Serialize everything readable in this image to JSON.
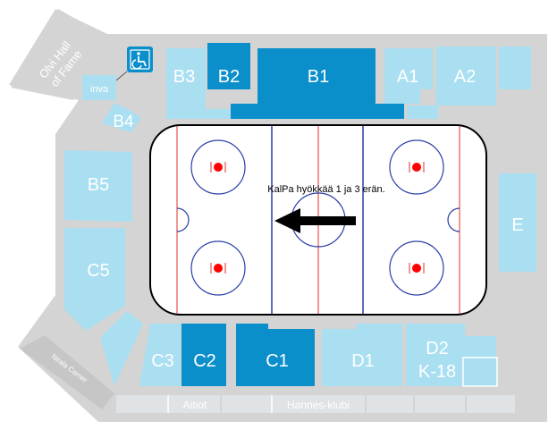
{
  "colors": {
    "concourse": "#d4d4d4",
    "section_light": "#a9dff1",
    "section_dark": "#0b8fcb",
    "section_text": "#ffffff",
    "rink_fill": "#ffffff",
    "rink_border": "#000000",
    "goal_line": "#e0302a",
    "center_red": "#e0302a",
    "blue_line": "#2a3ea8",
    "faceoff_dot": "#ff0000",
    "arrow": "#000000"
  },
  "sections": {
    "b1": "B1",
    "b2": "B2",
    "b3": "B3",
    "b4": "B4",
    "b5": "B5",
    "a1": "A1",
    "a2": "A2",
    "c1": "C1",
    "c2": "C2",
    "c3": "C3",
    "c5": "C5",
    "d1": "D1",
    "d2": "D2",
    "k18": "K-18",
    "e": "E",
    "inva": "inva"
  },
  "labels": {
    "hall_of_fame_1": "Olvi Hall",
    "hall_of_fame_2": "of Fame",
    "nirala_corner": "Nirala Corner",
    "aitiot": "Aitiot",
    "hannes_klubi": "Hannes-klubi"
  },
  "rink": {
    "attack_note": "KalPa hyökkää 1 ja 3 erän.",
    "arrow_direction": "left"
  },
  "icons": {
    "accessibility": "wheelchair-icon"
  }
}
